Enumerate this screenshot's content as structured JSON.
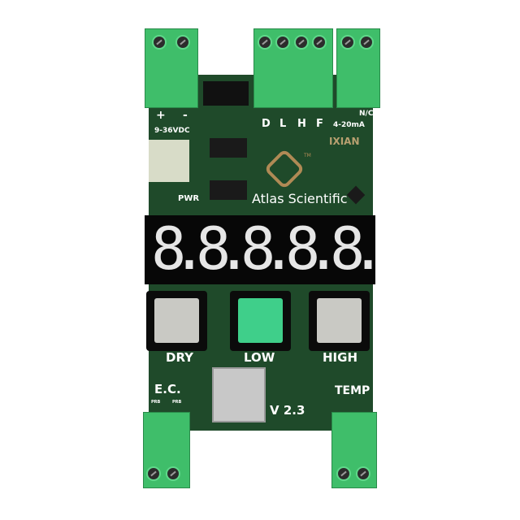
{
  "board": {
    "brand": "Atlas Scientific",
    "power_label": "9-36VDC",
    "plus": "+",
    "minus": "-",
    "pwr_led_label": "PWR",
    "relay_labels": [
      "D",
      "L",
      "H",
      "F"
    ],
    "current_output_label": "4-20mA",
    "nc_label": "N/C",
    "display_digits": [
      "8.",
      "8.",
      "8.",
      "8.",
      "8."
    ],
    "buttons": [
      {
        "label": "DRY",
        "color": "#c9c9c4"
      },
      {
        "label": "LOW",
        "color": "#3fcf8a"
      },
      {
        "label": "HIGH",
        "color": "#c9c9c4"
      }
    ],
    "probe_label": "E.C.",
    "probe_pins": [
      "PRB",
      "PRB"
    ],
    "temp_label": "TEMP",
    "version": "V 2.3",
    "chip_marking": "IXIAN",
    "tm": "TM"
  },
  "colors": {
    "pcb": "#1f4a2a",
    "connector": "#3fbe6a"
  }
}
